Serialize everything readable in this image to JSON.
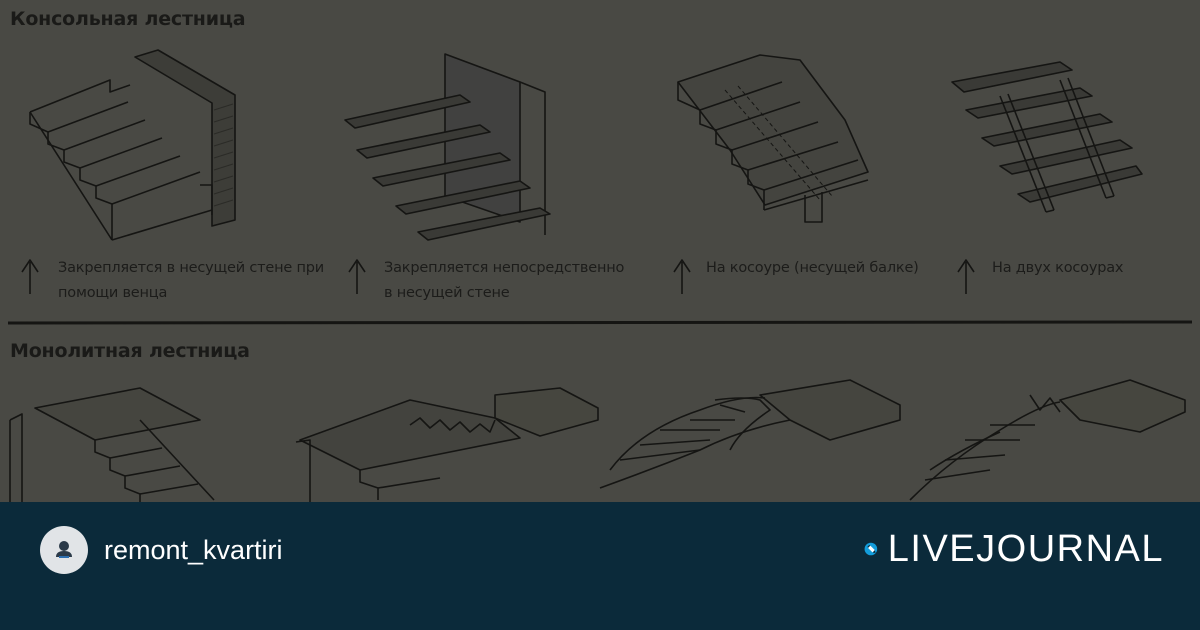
{
  "diagram": {
    "section1_title": "Консольная лестница",
    "section2_title": "Монолитная лестница",
    "captions": [
      {
        "line1": "Закрепляется в несущей стене при",
        "line2": "помощи венца"
      },
      {
        "line1": "Закрепляется непосредственно",
        "line2": "в несущей стене"
      },
      {
        "line1": "На косоуре (несущей балке)",
        "line2": ""
      },
      {
        "line1": "На двух косоурах",
        "line2": ""
      }
    ]
  },
  "footer": {
    "username": "remont_kvartiri",
    "brand": "LIVEJOURNAL",
    "avatar_icon": "user-silhouette-icon",
    "logo_icon": "livejournal-pencil-icon",
    "background_color": "#0b2a3a",
    "logo_color": "#139ddb"
  }
}
